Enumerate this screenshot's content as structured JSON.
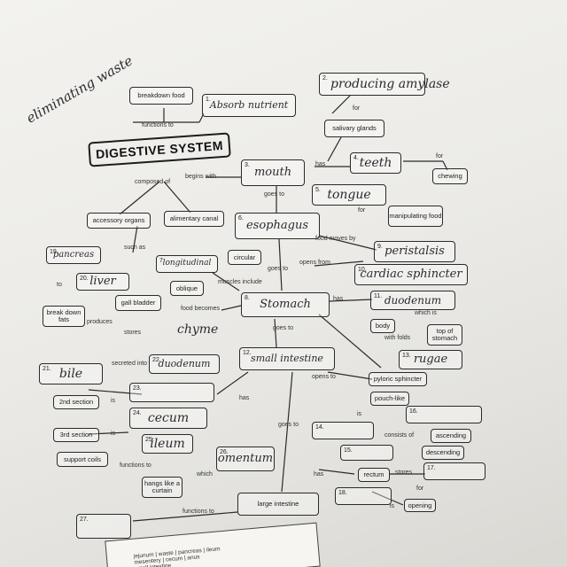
{
  "title": "DIGESTIVE SYSTEM",
  "margin_note": "eliminating waste",
  "boxes": {
    "breakdown_food": "breakdown food",
    "salivary_glands": "salivary glands",
    "chewing": "chewing",
    "accessory_organs": "accessory organs",
    "alimentary_canal": "alimentary canal",
    "manipulating_food": "manipulating food",
    "circular": "circular",
    "oblique": "oblique",
    "break_down_fats": "break down fats",
    "gall_bladder": "gall bladder",
    "body": "body",
    "top_of_stomach": "top of stomach",
    "second_section": "2nd section",
    "third_section": "3rd section",
    "support_coils": "support coils",
    "hangs_like_a_curtain": "hangs like a curtain",
    "pyloric_sphincter": "pyloric sphincter",
    "pouch_like": "pouch-like",
    "ascending": "ascending",
    "descending": "descending",
    "rectum": "rectum",
    "opening": "opening",
    "large_intestine": "large intestine"
  },
  "numbered": {
    "n1": {
      "num": "1.",
      "answer": "Absorb nutrient"
    },
    "n2": {
      "num": "2.",
      "answer": "producing amylase"
    },
    "n3": {
      "num": "3.",
      "answer": "mouth"
    },
    "n4": {
      "num": "4.",
      "answer": "teeth"
    },
    "n5": {
      "num": "5.",
      "answer": "tongue"
    },
    "n6": {
      "num": "6.",
      "answer": "esophagus"
    },
    "n7": {
      "num": "7.",
      "answer": "longitudinal"
    },
    "n8": {
      "num": "8.",
      "answer": "Stomach"
    },
    "n9": {
      "num": "9.",
      "answer": "peristalsis"
    },
    "n10": {
      "num": "10.",
      "answer": "cardiac sphincter"
    },
    "n11": {
      "num": "11.",
      "answer": "duodenum"
    },
    "n12": {
      "num": "12.",
      "answer": "small intestine"
    },
    "n13": {
      "num": "13.",
      "answer": "rugae"
    },
    "n14": {
      "num": "14.",
      "answer": ""
    },
    "n15": {
      "num": "15.",
      "answer": ""
    },
    "n16": {
      "num": "16.",
      "answer": ""
    },
    "n17": {
      "num": "17.",
      "answer": ""
    },
    "n18": {
      "num": "18.",
      "answer": ""
    },
    "n19": {
      "num": "19.",
      "answer": "pancreas"
    },
    "n20": {
      "num": "20.",
      "answer": "liver"
    },
    "n21": {
      "num": "21.",
      "answer": "bile"
    },
    "n22": {
      "num": "22.",
      "answer": "duodenum"
    },
    "n23": {
      "num": "23.",
      "answer": ""
    },
    "n24": {
      "num": "24.",
      "answer": "cecum"
    },
    "n25": {
      "num": "25.",
      "answer": "ileum"
    },
    "n26": {
      "num": "26.",
      "answer": "omentum"
    },
    "n27": {
      "num": "27.",
      "answer": ""
    }
  },
  "links": {
    "functions_to": "functions to",
    "for": "for",
    "has": "has",
    "composed_of": "composed of",
    "begins_with": "begins with",
    "goes_to": "goes to",
    "such_as": "such as",
    "to": "to",
    "food_moves_by": "food moves by",
    "opens_from": "opens from",
    "muscles_include": "muscles include",
    "food_becomes": "food becomes",
    "produces": "produces",
    "stores": "stores",
    "which_is": "which is",
    "with_folds": "with folds",
    "secreted_into": "secreted into",
    "is": "is",
    "opens_to": "opens to",
    "consists_of": "consists of",
    "which": "which",
    "chyme": "chyme"
  },
  "word_bank": [
    "jejunum | waste | pancreas | ileum",
    "mesentery | cecum | anus",
    "small intestine"
  ]
}
